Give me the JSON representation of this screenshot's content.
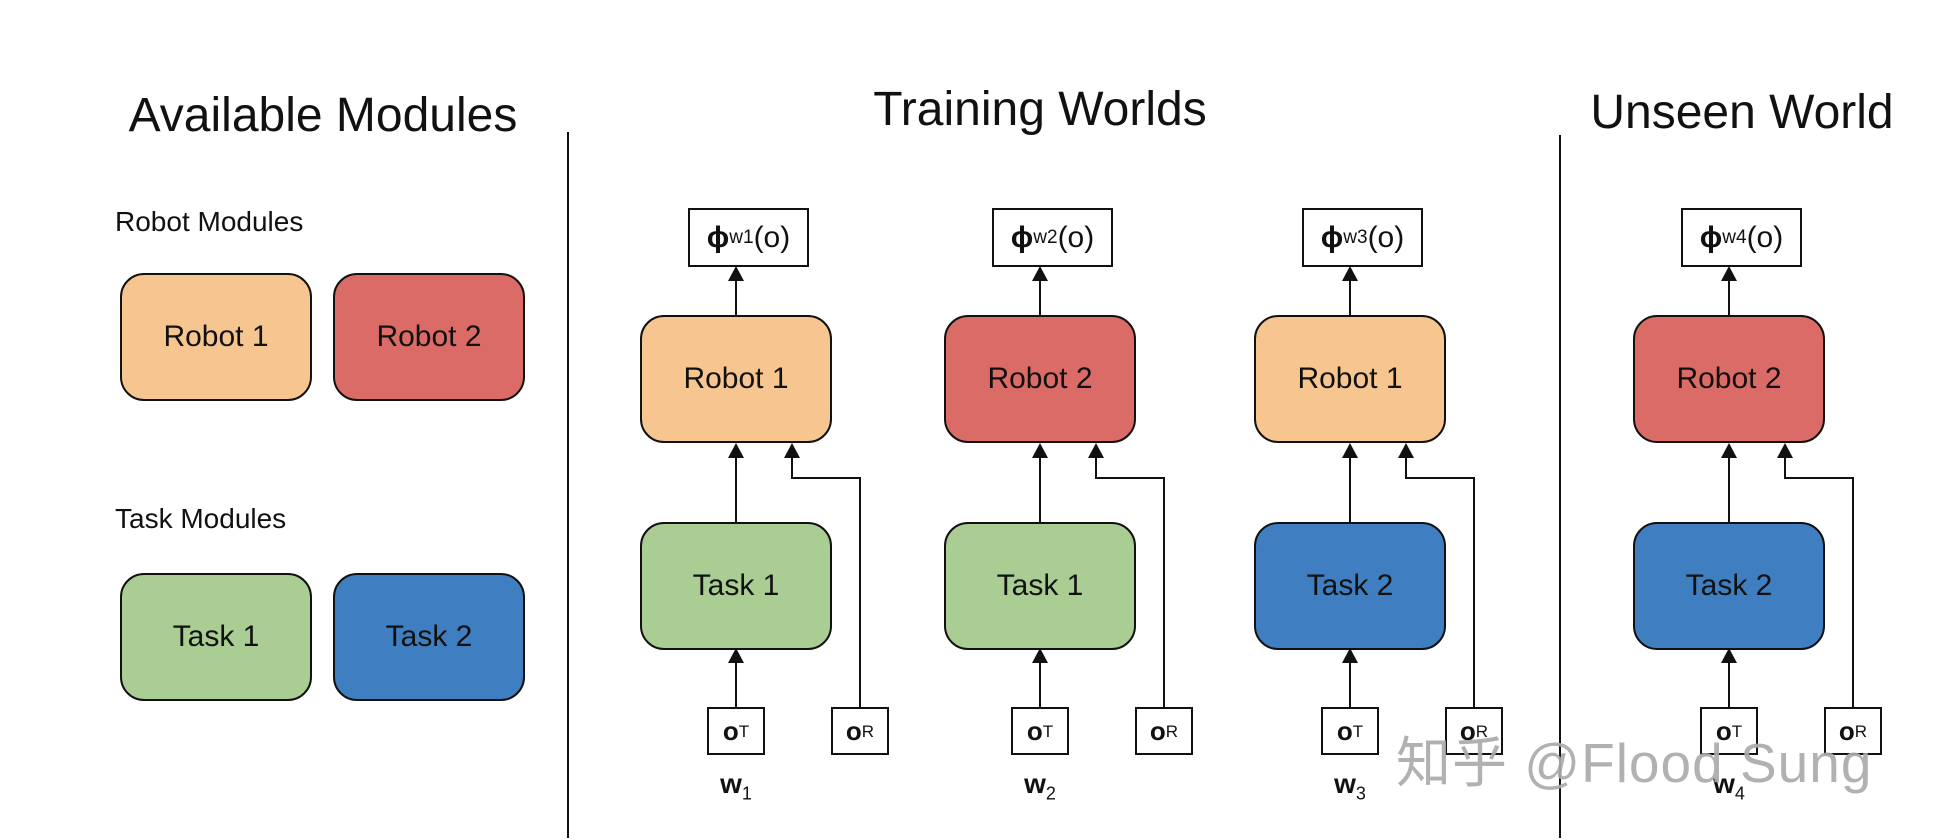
{
  "available_modules": {
    "title": "Available Modules",
    "robot_group_label": "Robot Modules",
    "task_group_label": "Task Modules",
    "robots": [
      {
        "label": "Robot 1",
        "color": "#F7C690"
      },
      {
        "label": "Robot 2",
        "color": "#DB6B67"
      }
    ],
    "tasks": [
      {
        "label": "Task 1",
        "color": "#A9CD92"
      },
      {
        "label": "Task 2",
        "color": "#3F7FC1"
      }
    ]
  },
  "training_worlds": {
    "title": "Training Worlds",
    "worlds": [
      {
        "phi": {
          "symbol": "ϕ",
          "sub": "w1",
          "arg": "(o)"
        },
        "robot": {
          "label": "Robot 1",
          "color": "#F7C690"
        },
        "task": {
          "label": "Task 1",
          "color": "#A9CD92"
        },
        "task_input": {
          "base": "o",
          "sub": "T"
        },
        "robot_input": {
          "base": "o",
          "sub": "R"
        },
        "world_label": {
          "base": "w",
          "sub": "1"
        }
      },
      {
        "phi": {
          "symbol": "ϕ",
          "sub": "w2",
          "arg": "(o)"
        },
        "robot": {
          "label": "Robot 2",
          "color": "#DB6B67"
        },
        "task": {
          "label": "Task 1",
          "color": "#A9CD92"
        },
        "task_input": {
          "base": "o",
          "sub": "T"
        },
        "robot_input": {
          "base": "o",
          "sub": "R"
        },
        "world_label": {
          "base": "w",
          "sub": "2"
        }
      },
      {
        "phi": {
          "symbol": "ϕ",
          "sub": "w3",
          "arg": "(o)"
        },
        "robot": {
          "label": "Robot 1",
          "color": "#F7C690"
        },
        "task": {
          "label": "Task 2",
          "color": "#3F7FC1"
        },
        "task_input": {
          "base": "o",
          "sub": "T"
        },
        "robot_input": {
          "base": "o",
          "sub": "R"
        },
        "world_label": {
          "base": "w",
          "sub": "3"
        }
      }
    ]
  },
  "unseen_world": {
    "title": "Unseen World",
    "world": {
      "phi": {
        "symbol": "ϕ",
        "sub": "w4",
        "arg": "(o)"
      },
      "robot": {
        "label": "Robot 2",
        "color": "#DB6B67"
      },
      "task": {
        "label": "Task 2",
        "color": "#3F7FC1"
      },
      "task_input": {
        "base": "o",
        "sub": "T"
      },
      "robot_input": {
        "base": "o",
        "sub": "R"
      },
      "world_label": {
        "base": "w",
        "sub": "4"
      }
    }
  },
  "watermark": {
    "text": "知乎 @Flood Sung",
    "color": "#ABABAB"
  }
}
